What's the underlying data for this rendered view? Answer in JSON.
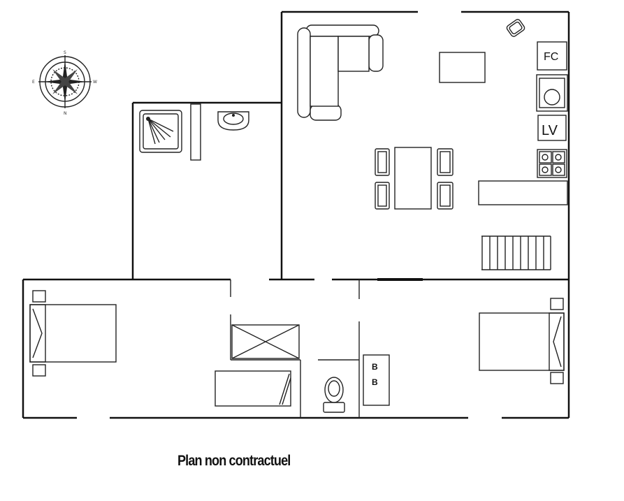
{
  "caption": "Plan non contractuel",
  "labels": {
    "fc": "FC",
    "lv": "LV",
    "bb_top": "B",
    "bb_bottom": "B"
  },
  "compass": {
    "top": "S",
    "bottom": "N",
    "left": "E",
    "right": "W"
  },
  "colors": {
    "walls": "#111111",
    "background": "#ffffff"
  }
}
